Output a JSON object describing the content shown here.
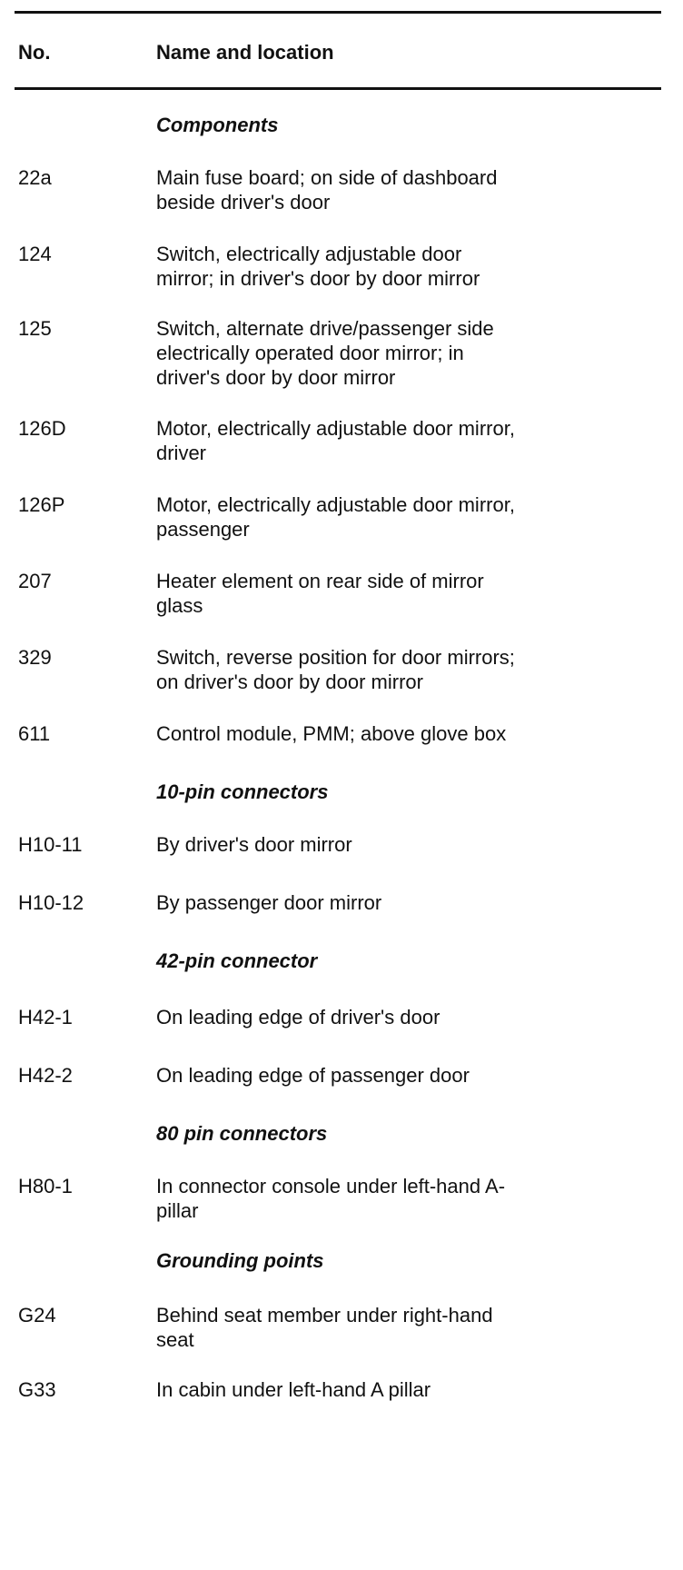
{
  "table": {
    "header": {
      "no": "No.",
      "name": "Name and location"
    },
    "sections": [
      {
        "title": "Components",
        "rows": [
          {
            "no": "22a",
            "name": [
              "Main fuse board; on side of dashboard",
              "beside driver's door"
            ]
          },
          {
            "no": "124",
            "name": [
              "Switch, electrically adjustable door",
              "mirror; in driver's door by door mirror"
            ]
          },
          {
            "no": "125",
            "name": [
              "Switch, alternate drive/passenger side",
              "electrically operated door mirror; in",
              "driver's door by door mirror"
            ]
          },
          {
            "no": "126D",
            "name": [
              "Motor, electrically adjustable door mirror,",
              "driver"
            ]
          },
          {
            "no": "126P",
            "name": [
              "Motor, electrically adjustable door mirror,",
              "passenger"
            ]
          },
          {
            "no": "207",
            "name": [
              "Heater element on rear side of mirror",
              "glass"
            ]
          },
          {
            "no": "329",
            "name": [
              "Switch, reverse position for door mirrors;",
              "on driver's door by door mirror"
            ]
          },
          {
            "no": "611",
            "name": [
              "Control module, PMM; above glove box"
            ]
          }
        ]
      },
      {
        "title": "10-pin connectors",
        "rows": [
          {
            "no": "H10-11",
            "name": [
              "By driver's door mirror"
            ]
          },
          {
            "no": "H10-12",
            "name": [
              "By passenger door mirror"
            ]
          }
        ]
      },
      {
        "title": "42-pin connector",
        "rows": [
          {
            "no": "H42-1",
            "name": [
              "On leading edge of driver's door"
            ]
          },
          {
            "no": "H42-2",
            "name": [
              "On leading edge of passenger door"
            ]
          }
        ]
      },
      {
        "title": "80 pin connectors",
        "rows": [
          {
            "no": "H80-1",
            "name": [
              "In connector console under left-hand A-",
              "pillar"
            ]
          }
        ]
      },
      {
        "title": "Grounding points",
        "rows": [
          {
            "no": "G24",
            "name": [
              "Behind seat member under right-hand",
              "seat"
            ]
          },
          {
            "no": "G33",
            "name": [
              "In cabin under left-hand A pillar"
            ]
          }
        ]
      }
    ]
  }
}
